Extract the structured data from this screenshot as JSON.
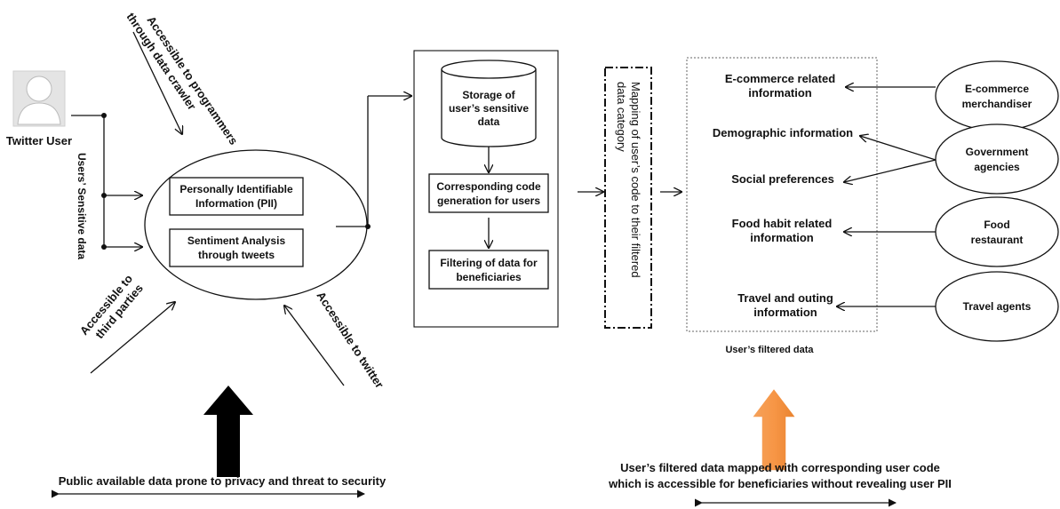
{
  "user": {
    "label": "Twitter User"
  },
  "left_labels": {
    "programmers": [
      "Accessible to programmers",
      "through data crawler"
    ],
    "sensitive_data": "Users’ Sensitive data",
    "third_parties": [
      "Accessible to",
      "third parties"
    ],
    "twitter": "Accessible to twitter"
  },
  "oval_boxes": {
    "pii": [
      "Personally Identifiable",
      "Information (PII)"
    ],
    "sentiment": [
      "Sentiment Analysis",
      "through tweets"
    ]
  },
  "process": {
    "storage": [
      "Storage of",
      "user’s sensitive",
      "data"
    ],
    "code_gen": [
      "Corresponding code",
      "generation for users"
    ],
    "filtering": [
      "Filtering of data for",
      "beneficiaries"
    ]
  },
  "mapping_label": [
    "Mapping of user’s code to their filtered",
    "data category"
  ],
  "filtered": {
    "items": [
      [
        "E-commerce related",
        "information"
      ],
      [
        "Demographic information"
      ],
      [
        "Social preferences"
      ],
      [
        "Food habit related",
        "information"
      ],
      [
        "Travel and outing",
        "information"
      ]
    ],
    "caption": "User’s filtered data"
  },
  "beneficiaries": [
    [
      "E-commerce",
      "merchandiser"
    ],
    [
      "Government",
      "agencies"
    ],
    [
      "Food",
      "restaurant"
    ],
    [
      "Travel agents"
    ]
  ],
  "bottom": {
    "left_caption": "Public available data prone to privacy and threat to security",
    "right_caption": [
      "User’s filtered data mapped with corresponding user code",
      "which is accessible for beneficiaries without revealing user PII"
    ]
  },
  "colors": {
    "orange_arrow": "#f79646",
    "black_arrow": "#000000"
  }
}
